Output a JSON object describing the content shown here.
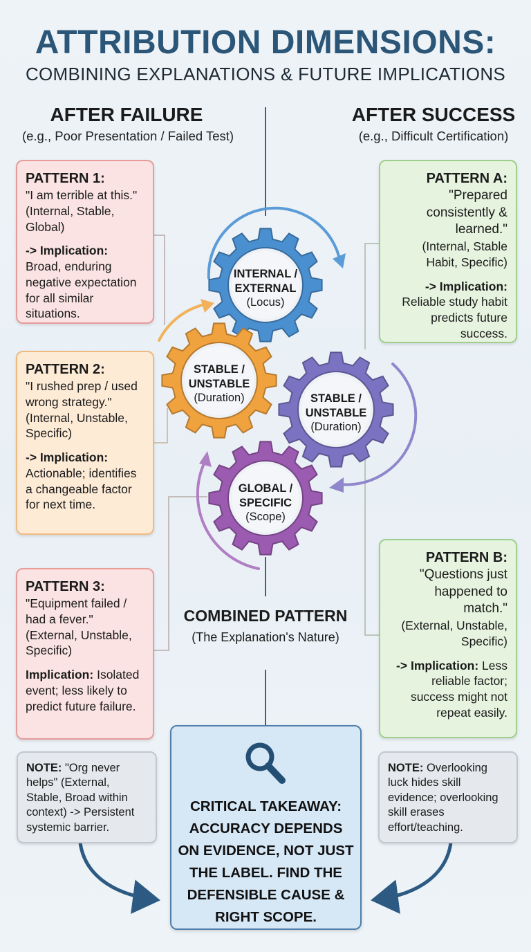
{
  "header": {
    "title": "ATTRIBUTION DIMENSIONS:",
    "subtitle": "COMBINING EXPLANATIONS & FUTURE IMPLICATIONS"
  },
  "failure": {
    "heading": "AFTER FAILURE",
    "example": "(e.g., Poor Presentation / Failed Test)",
    "patterns": [
      {
        "title": "PATTERN 1:",
        "quote": "\"I am terrible at this.\"",
        "attributes": "(Internal, Stable, Global)",
        "implication_label": "-> Implication:",
        "implication_text": "Broad, enduring negative expectation for all similar situations."
      },
      {
        "title": "PATTERN 2:",
        "quote": "\"I rushed prep / used wrong strategy.\"",
        "attributes": "(Internal, Unstable, Specific)",
        "implication_label": "-> Implication:",
        "implication_text": "Actionable; identifies a changeable factor for next time."
      },
      {
        "title": "PATTERN 3:",
        "quote": "\"Equipment failed / had a fever.\"",
        "attributes": "(External, Unstable, Specific)",
        "implication_label": "Implication:",
        "implication_text": "Isolated event; less likely to predict future failure."
      }
    ],
    "note": {
      "label": "NOTE:",
      "text": "\"Org never helps\" (External, Stable, Broad within context) -> Persistent systemic barrier."
    }
  },
  "success": {
    "heading": "AFTER SUCCESS",
    "example": "(e.g., Difficult Certification)",
    "patterns": [
      {
        "title": "PATTERN A:",
        "quote": "\"Prepared consistently & learned.\"",
        "attributes": "(Internal, Stable Habit, Specific)",
        "implication_label": "-> Implication:",
        "implication_text": "Reliable study habit predicts future success."
      },
      {
        "title": "PATTERN B:",
        "quote": "\"Questions just happened to match.\"",
        "attributes": "(External, Unstable, Specific)",
        "implication_label": "-> Implication:",
        "implication_text": "Less reliable factor; success might not repeat easily."
      }
    ],
    "note": {
      "label": "NOTE:",
      "text": "Overlooking luck hides skill evidence; overlooking skill erases effort/teaching."
    }
  },
  "gears": [
    {
      "title": "INTERNAL / EXTERNAL",
      "sub": "(Locus)",
      "color": "#4a8fcf"
    },
    {
      "title": "STABLE / UNSTABLE",
      "sub": "(Duration)",
      "color": "#f0a23f"
    },
    {
      "title": "STABLE / UNSTABLE",
      "sub": "(Duration)",
      "color": "#7b73c1"
    },
    {
      "title": "GLOBAL / SPECIFIC",
      "sub": "(Scope)",
      "color": "#9a5bb0"
    }
  ],
  "combined": {
    "title": "COMBINED PATTERN",
    "subtitle": "(The Explanation's Nature)"
  },
  "takeaway": {
    "icon": "magnifier-icon",
    "text": "CRITICAL TAKEAWAY: ACCURACY DEPENDS ON EVIDENCE, NOT JUST THE LABEL. FIND THE DEFENSIBLE CAUSE & RIGHT SCOPE."
  },
  "colors": {
    "title": "#2b5678",
    "failure_red": "#e79c9a",
    "failure_orange": "#efba80",
    "success_green": "#9fcf8d",
    "takeaway_blue": "#4f7fa8"
  }
}
